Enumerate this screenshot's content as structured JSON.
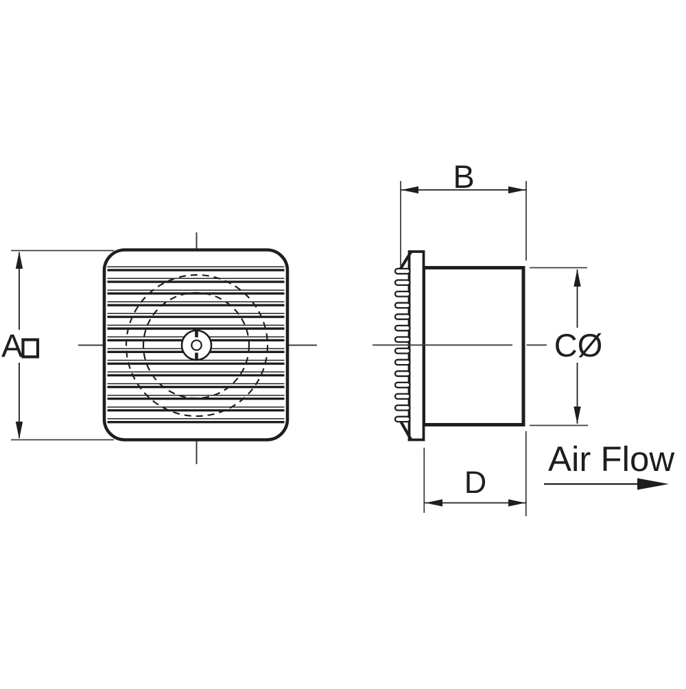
{
  "background": "#ffffff",
  "line_color": "#1e1e1c",
  "labels": {
    "dim_a": "A",
    "dim_b": "B",
    "dim_c": "CØ",
    "dim_d": "D",
    "air_flow": "Air Flow"
  },
  "front_view": {
    "louver_count": 14,
    "dashed_circle_count": 2
  },
  "side_view": {
    "fin_count": 14
  }
}
